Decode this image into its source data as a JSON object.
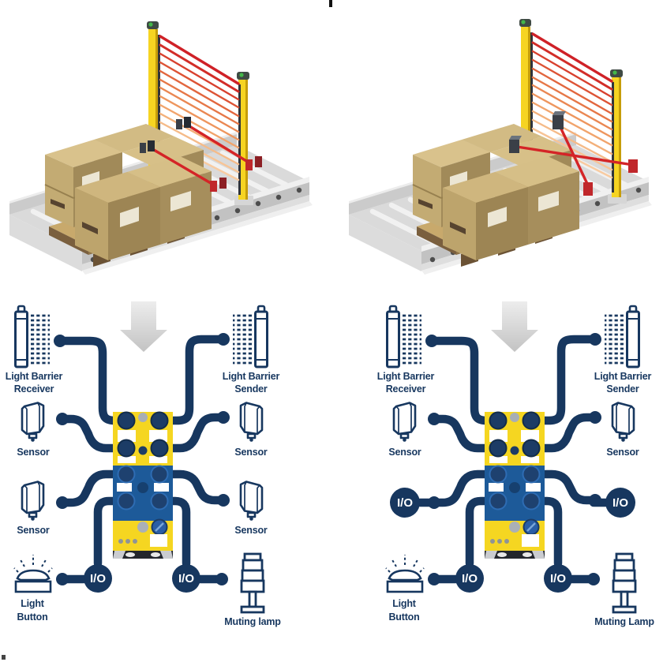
{
  "page": {
    "background": "#ffffff"
  },
  "palette": {
    "navy": "#17375f",
    "wire": "#17375f",
    "module_yellow": "#f5d621",
    "module_blue": "#1d5a99",
    "beam_red": "#d42427",
    "post_yellow": "#f6d422",
    "conveyor_gray": "#dadada",
    "box_tan": "#c3ab73",
    "arrow_gray": "#d6d6d6",
    "io_text": "#ffffff"
  },
  "left_panel": {
    "scene_name": "parallel-muting-conveyor",
    "labels": {
      "receiver_line1": "Light Barrier",
      "receiver_line2": "Receiver",
      "sender_line1": "Light Barrier",
      "sender_line2": "Sender",
      "sensor_top_left": "Sensor",
      "sensor_top_right": "Sensor",
      "sensor_bottom_left": "Sensor",
      "sensor_bottom_right": "Sensor",
      "light_button_line1": "Light",
      "light_button_line2": "Button",
      "muting_lamp": "Muting lamp",
      "io_bottom_left": "I/O",
      "io_bottom_right": "I/O"
    }
  },
  "right_panel": {
    "scene_name": "cross-muting-conveyor",
    "labels": {
      "receiver_line1": "Light Barrier",
      "receiver_line2": "Receiver",
      "sender_line1": "Light Barrier",
      "sender_line2": "Sender",
      "sensor_top_left": "Sensor",
      "sensor_top_right": "Sensor",
      "io_mid_left": "I/O",
      "io_mid_right": "I/O",
      "light_button_line1": "Light",
      "light_button_line2": "Button",
      "muting_lamp": "Muting Lamp",
      "io_bottom_left": "I/O",
      "io_bottom_right": "I/O"
    }
  }
}
